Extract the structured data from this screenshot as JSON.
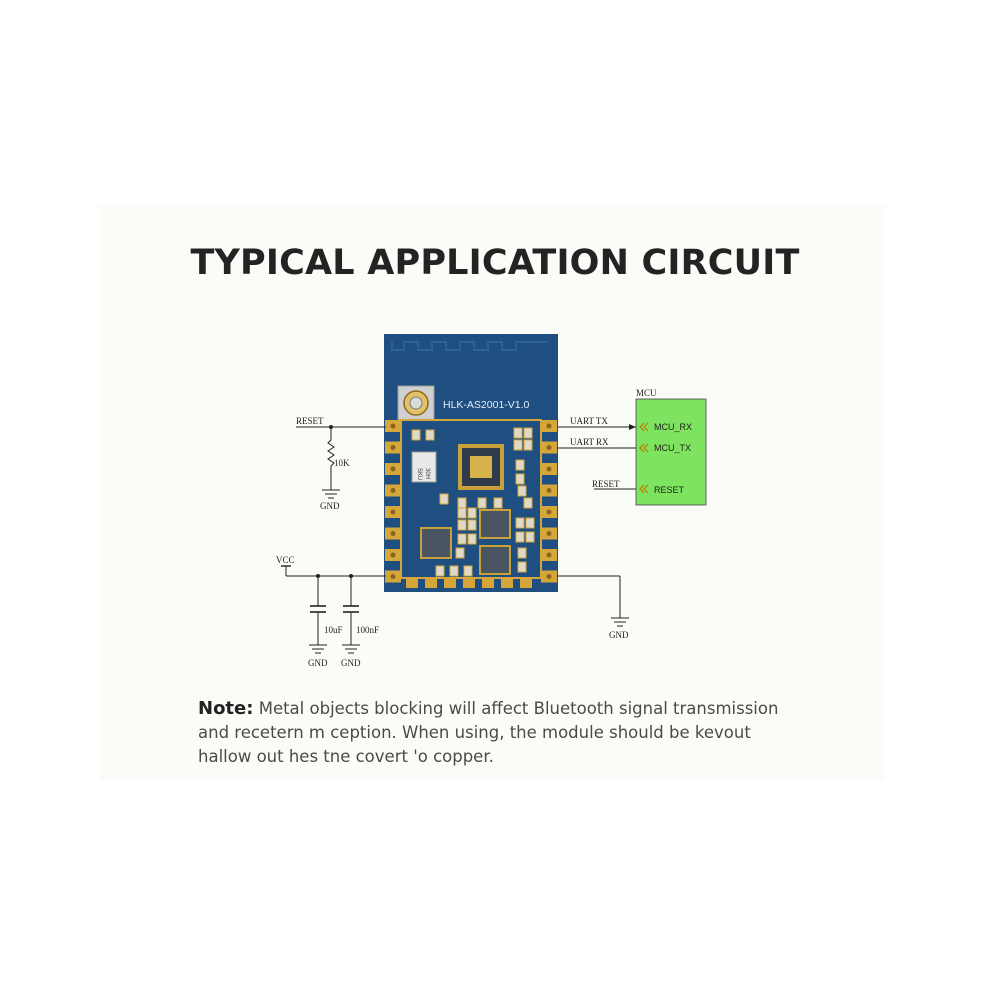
{
  "title": "TYPICAL APPLICATION CIRCUIT",
  "module": {
    "label": "HLK-AS2001-V1.0",
    "chip_marking_1": "SKU",
    "chip_marking_2": "30H"
  },
  "mcu": {
    "title": "MCU",
    "pins": [
      "MCU_RX",
      "MCU_TX",
      "RESET"
    ],
    "color": "#7ee35f"
  },
  "signals": {
    "uart_tx": "UART TX",
    "uart_rx": "UART RX",
    "reset_left": "RESET",
    "reset_right": "RESET",
    "vcc": "VCC"
  },
  "components": {
    "resistor": "10K",
    "cap1": "10uF",
    "cap2": "100nF",
    "gnd": "GND"
  },
  "note": {
    "label": "Note:",
    "line1": "Metal objects blocking will affect Bluetooth signal transmission",
    "line2": "and recetern m ception. When using, the module should be kevout",
    "line3": "hallow out hes tne covert 'o copper."
  },
  "colors": {
    "board": "#1f4f80",
    "pad": "#d5a63a",
    "chip": "#4b5562"
  }
}
